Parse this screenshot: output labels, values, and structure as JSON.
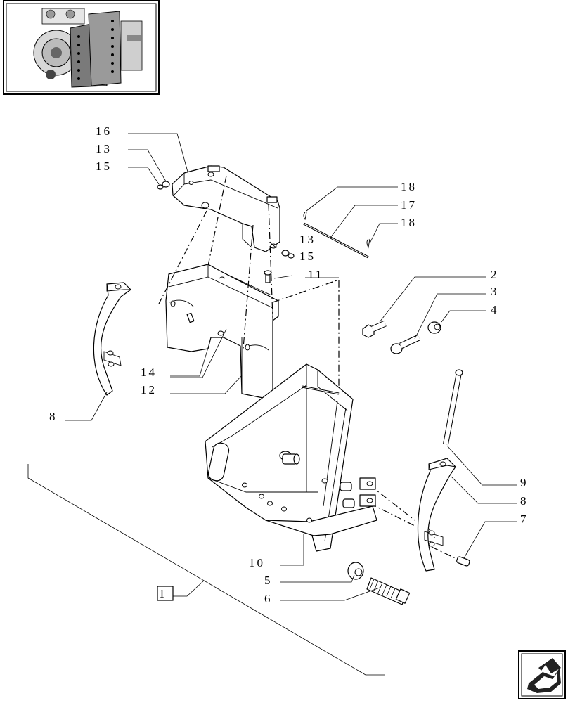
{
  "thumbnail": {
    "icon": "tractor-assembly-thumbnail"
  },
  "callouts": {
    "c16": "16",
    "c13a": "13",
    "c15a": "15",
    "c18a": "18",
    "c17": "17",
    "c18b": "18",
    "c13b": "13",
    "c15b": "15",
    "c11": "11",
    "c2": "2",
    "c3": "3",
    "c4": "4",
    "c14": "14",
    "c12": "12",
    "c8a": "8",
    "c9": "9",
    "c8b": "8",
    "c7": "7",
    "c10": "10",
    "c5": "5",
    "c6": "6",
    "c1": "1"
  },
  "nav": {
    "icon": "next-page-arrow-icon"
  }
}
